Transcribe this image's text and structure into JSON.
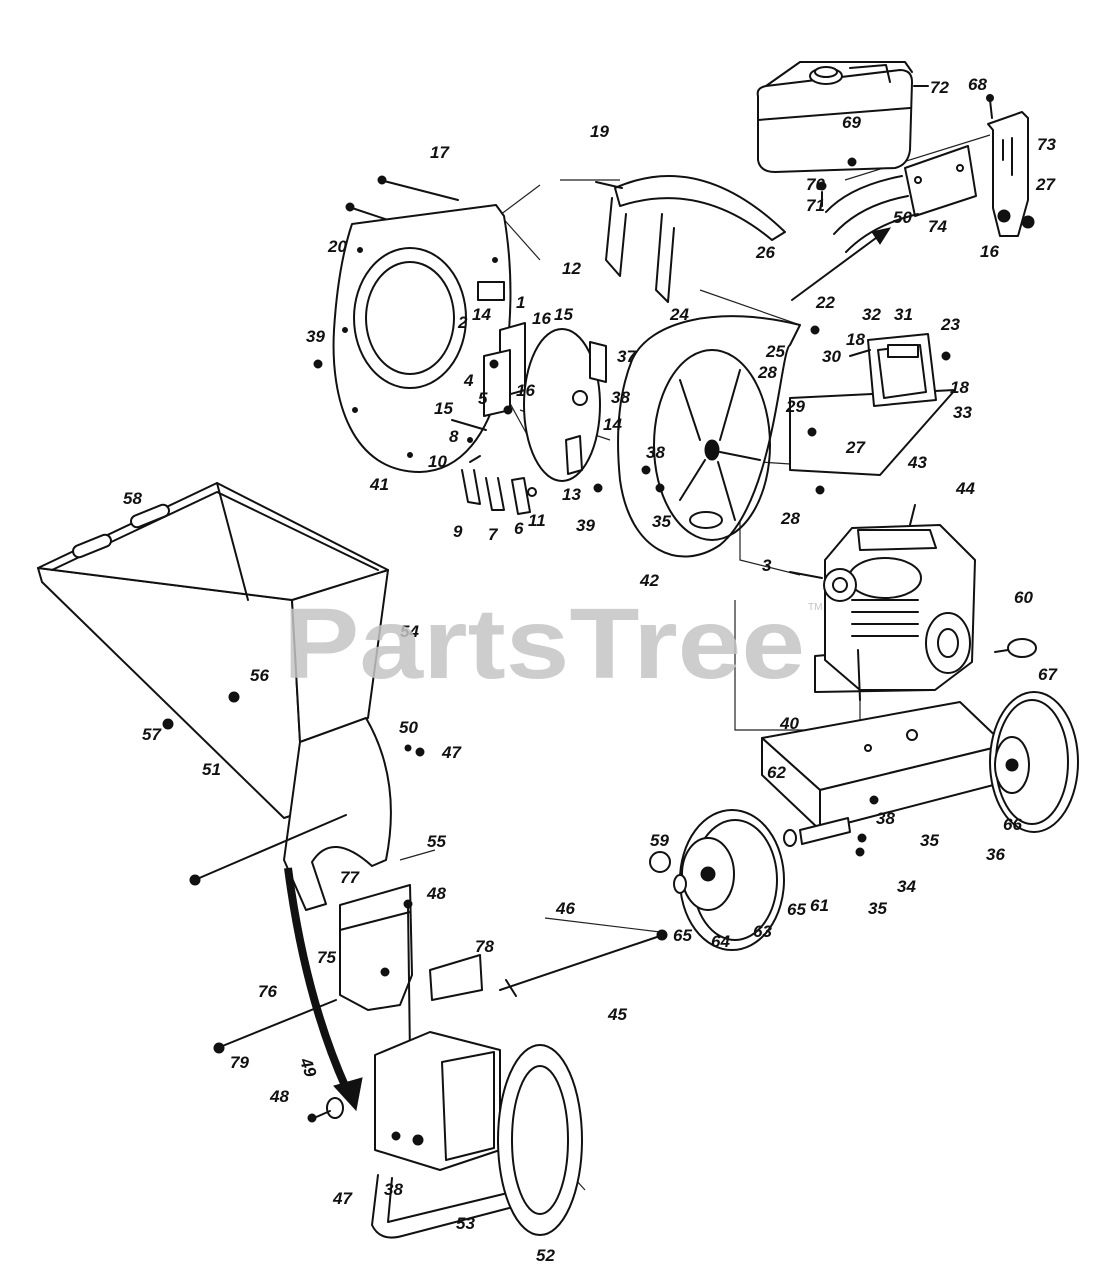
{
  "watermark": {
    "brand": "PartsTree",
    "trademark": "TM"
  },
  "callouts": [
    "72",
    "68",
    "73",
    "69",
    "70",
    "71",
    "50",
    "74",
    "27",
    "16",
    "19",
    "26",
    "17",
    "20",
    "12",
    "22",
    "24",
    "32",
    "31",
    "23",
    "25",
    "30",
    "18",
    "18",
    "33",
    "28",
    "29",
    "39",
    "2",
    "14",
    "1",
    "16",
    "15",
    "37",
    "38",
    "4",
    "5",
    "16",
    "15",
    "8",
    "14",
    "10",
    "13",
    "38",
    "41",
    "9",
    "7",
    "6",
    "11",
    "39",
    "35",
    "42",
    "27",
    "28",
    "43",
    "44",
    "3",
    "58",
    "54",
    "60",
    "67",
    "56",
    "57",
    "40",
    "50",
    "47",
    "62",
    "51",
    "38",
    "35",
    "55",
    "36",
    "66",
    "59",
    "34",
    "35",
    "61",
    "65",
    "65",
    "64",
    "63",
    "77",
    "48",
    "46",
    "75",
    "78",
    "45",
    "76",
    "79",
    "49",
    "48",
    "47",
    "38",
    "53",
    "52"
  ]
}
